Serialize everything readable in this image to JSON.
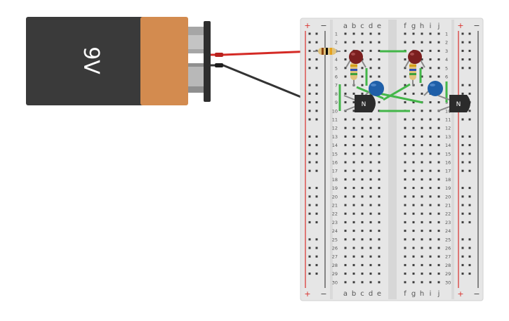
{
  "battery": {
    "label": "9V",
    "colors": {
      "body": "#3a3a3a",
      "cap": "#d38b4f",
      "terminal": "#9a9a9a",
      "clip": "#2e2e2e"
    }
  },
  "breadboard": {
    "left_columns": [
      "a",
      "b",
      "c",
      "d",
      "e"
    ],
    "right_columns": [
      "f",
      "g",
      "h",
      "i",
      "j"
    ],
    "row_count": 30,
    "rail_plus": "+",
    "rail_minus": "−",
    "colors": {
      "board": "#e5e5e5",
      "rail_plus": "#d9302c",
      "rail_minus": "#444444",
      "hole": "#3c3c3c"
    }
  },
  "wires": {
    "positive": "#d42a25",
    "negative": "#333333",
    "jumper": "#43b649"
  },
  "components": {
    "transistor_label_1": "N",
    "transistor_label_2": "N",
    "colors": {
      "led": "#7b1f1f",
      "capacitor": "#1f5fa8",
      "transistor": "#2b2b2b",
      "resistor_body": "#e0c27a"
    }
  }
}
